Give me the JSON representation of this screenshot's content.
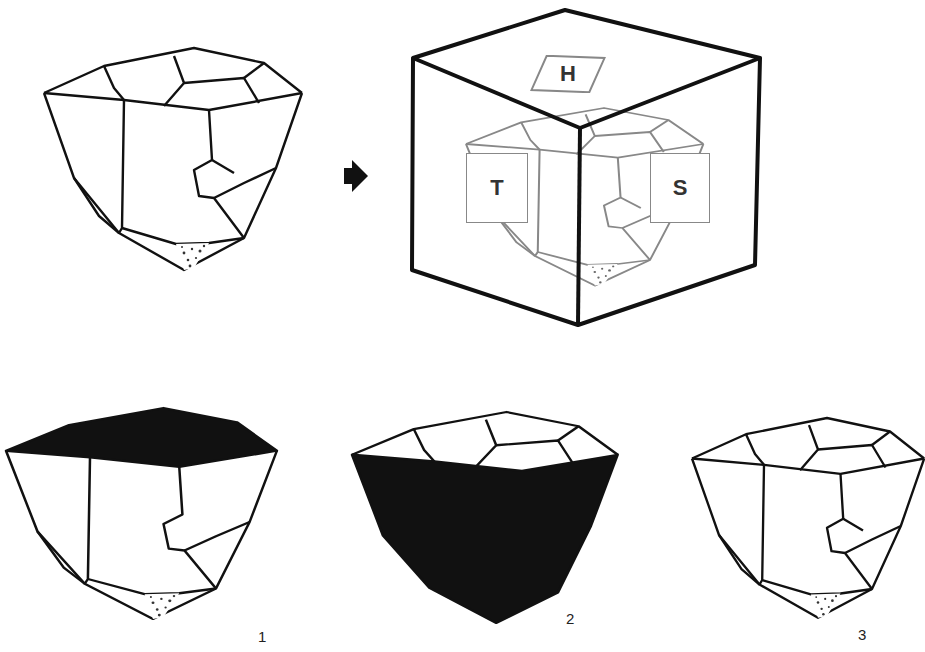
{
  "diagram": {
    "nodes": [
      {
        "text": [
          "H"
        ]
      },
      {
        "text": [
          "T"
        ]
      },
      {
        "text": [
          "S"
        ]
      }
    ],
    "labels": [
      "1",
      "2",
      "3"
    ]
  }
}
